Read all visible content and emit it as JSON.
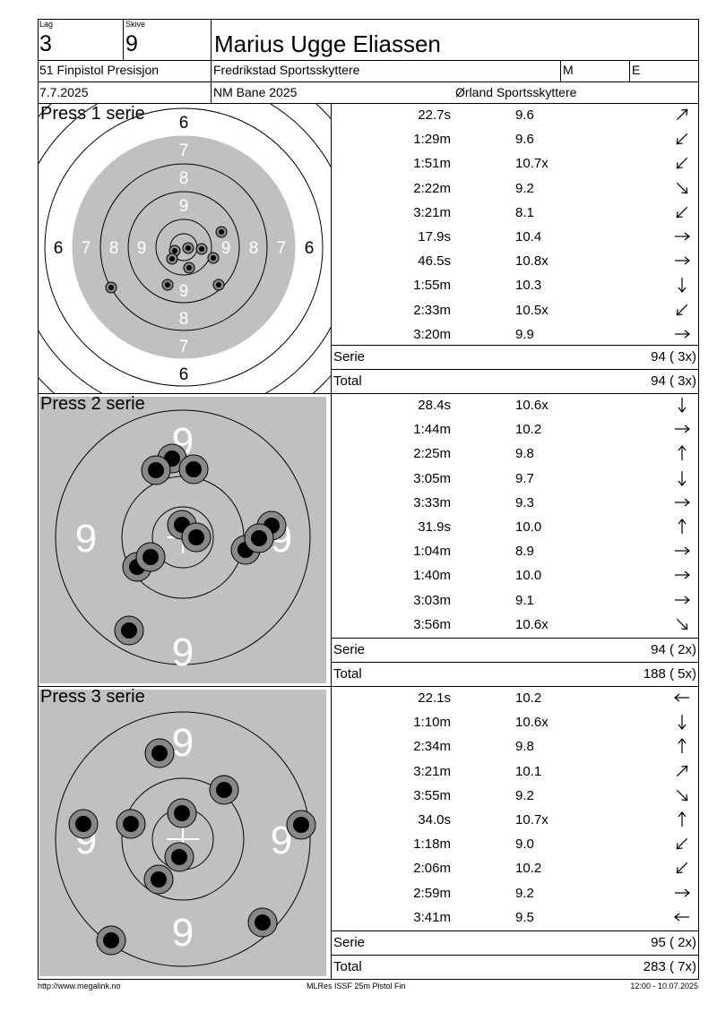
{
  "header": {
    "lag_label": "Lag",
    "lag": "3",
    "skive_label": "Skive",
    "skive": "9",
    "name": "Marius Ugge Eliassen",
    "event": "51 Finpistol Presisjon",
    "club": "Fredrikstad Sportsskyttere",
    "m": "M",
    "e": "E",
    "date": "7.7.2025",
    "venue": "NM Bane 2025",
    "organizer": "Ørland Sportsskyttere"
  },
  "panels": [
    {
      "title": "Press 1 serie",
      "ring_labels": {
        "r6": "6",
        "r7": "7",
        "r8": "8",
        "r9": "9"
      },
      "shots": [
        {
          "time": "22.7s",
          "score": "9.6",
          "dir": "up-right"
        },
        {
          "time": "1:29m",
          "score": "9.6",
          "dir": "down-left"
        },
        {
          "time": "1:51m",
          "score": "10.7x",
          "dir": "down-left"
        },
        {
          "time": "2:22m",
          "score": "9.2",
          "dir": "down-right"
        },
        {
          "time": "3:21m",
          "score": "8.1",
          "dir": "down-left"
        },
        {
          "time": "17.9s",
          "score": "10.4",
          "dir": "right"
        },
        {
          "time": "46.5s",
          "score": "10.8x",
          "dir": "right"
        },
        {
          "time": "1:55m",
          "score": "10.3",
          "dir": "down"
        },
        {
          "time": "2:33m",
          "score": "10.5x",
          "dir": "down-left"
        },
        {
          "time": "3:20m",
          "score": "9.9",
          "dir": "right"
        }
      ],
      "serie_label": "Serie",
      "serie": "94 ( 3x)",
      "total_label": "Total",
      "total": "94 ( 3x)"
    },
    {
      "title": "Press 2 serie",
      "ring_labels": {
        "r9": "9"
      },
      "shots": [
        {
          "time": "28.4s",
          "score": "10.6x",
          "dir": "down"
        },
        {
          "time": "1:44m",
          "score": "10.2",
          "dir": "right"
        },
        {
          "time": "2:25m",
          "score": "9.8",
          "dir": "up"
        },
        {
          "time": "3:05m",
          "score": "9.7",
          "dir": "down"
        },
        {
          "time": "3:33m",
          "score": "9.3",
          "dir": "right"
        },
        {
          "time": "31.9s",
          "score": "10.0",
          "dir": "up"
        },
        {
          "time": "1:04m",
          "score": "8.9",
          "dir": "right"
        },
        {
          "time": "1:40m",
          "score": "10.0",
          "dir": "right"
        },
        {
          "time": "3:03m",
          "score": "9.1",
          "dir": "right"
        },
        {
          "time": "3:56m",
          "score": "10.6x",
          "dir": "down-right"
        }
      ],
      "serie_label": "Serie",
      "serie": "94 ( 2x)",
      "total_label": "Total",
      "total": "188 ( 5x)"
    },
    {
      "title": "Press 3 serie",
      "ring_labels": {
        "r9": "9"
      },
      "shots": [
        {
          "time": "22.1s",
          "score": "10.2",
          "dir": "left"
        },
        {
          "time": "1:10m",
          "score": "10.6x",
          "dir": "down"
        },
        {
          "time": "2:34m",
          "score": "9.8",
          "dir": "up"
        },
        {
          "time": "3:21m",
          "score": "10.1",
          "dir": "up-right"
        },
        {
          "time": "3:55m",
          "score": "9.2",
          "dir": "down-right"
        },
        {
          "time": "34.0s",
          "score": "10.7x",
          "dir": "up"
        },
        {
          "time": "1:18m",
          "score": "9.0",
          "dir": "down-left"
        },
        {
          "time": "2:06m",
          "score": "10.2",
          "dir": "down-left"
        },
        {
          "time": "2:59m",
          "score": "9.2",
          "dir": "right"
        },
        {
          "time": "3:41m",
          "score": "9.5",
          "dir": "left"
        }
      ],
      "serie_label": "Serie",
      "serie": "95 ( 2x)",
      "total_label": "Total",
      "total": "283 ( 7x)"
    }
  ],
  "footer": {
    "url": "http://www.megalink.no",
    "software": "MLRes ISSF 25m Pistol Fin",
    "printed": "12:00 - 10.07.2025"
  }
}
